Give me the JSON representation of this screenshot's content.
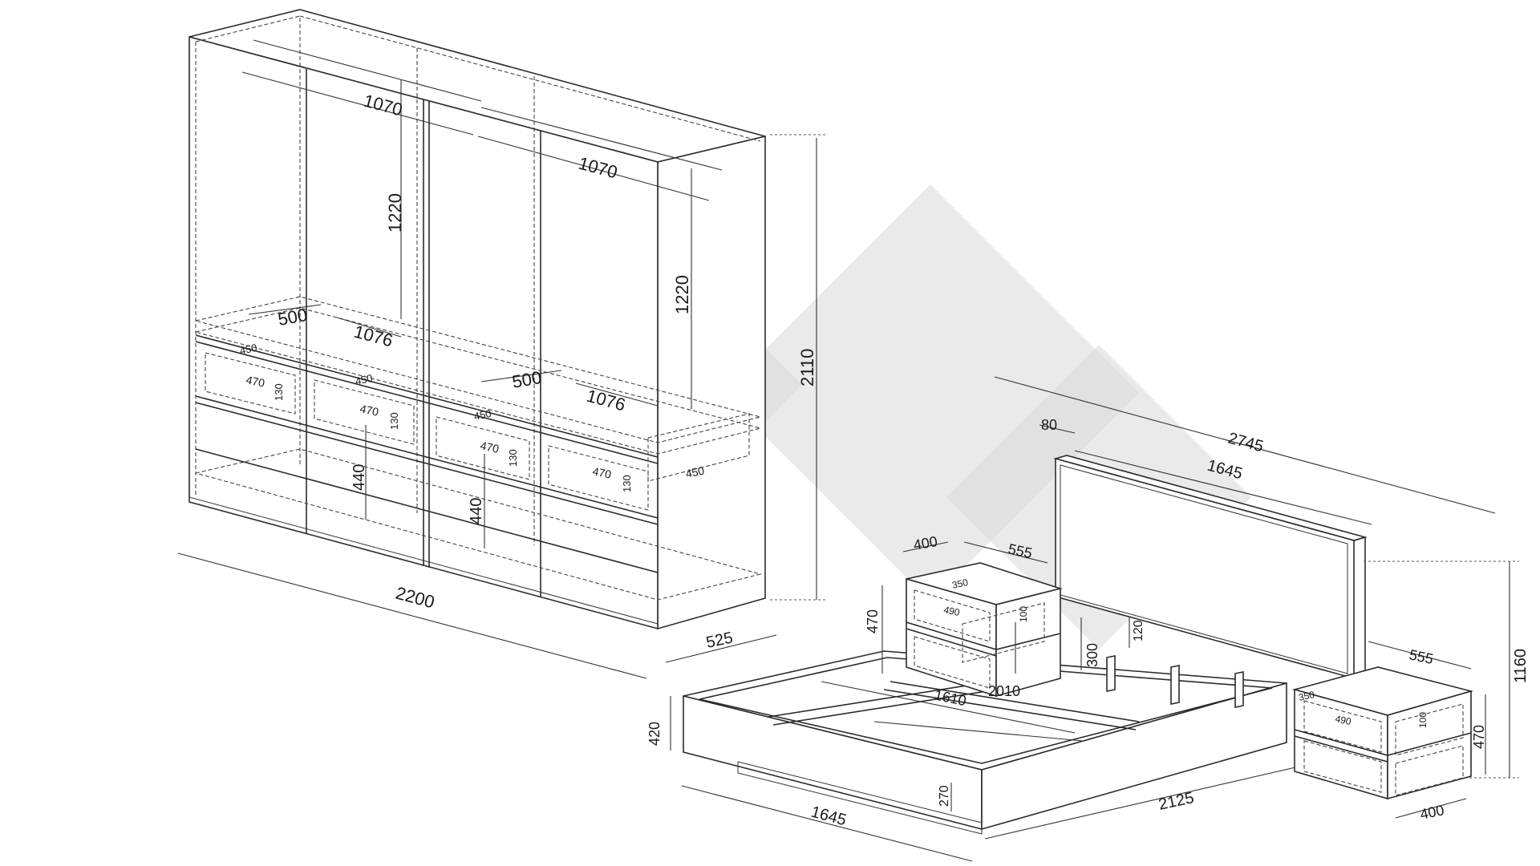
{
  "wardrobe": {
    "door_width_top_left": "1070",
    "door_width_top_right": "1070",
    "hanging_height_left": "1220",
    "hanging_height_right": "1220",
    "shelf_width_left": "500",
    "shelf_length_left": "1076",
    "shelf_width_right": "500",
    "shelf_length_right": "1076",
    "lower_height_left": "440",
    "lower_height_right": "440",
    "total_height": "2110",
    "total_width": "2200",
    "depth": "525",
    "drawers": [
      {
        "depth": "450",
        "width": "470",
        "height": "130"
      },
      {
        "depth": "450",
        "width": "470",
        "height": "130"
      },
      {
        "depth": "450",
        "width": "470",
        "height": "130"
      },
      {
        "depth": "450",
        "width": "470",
        "height": "130"
      }
    ]
  },
  "bed": {
    "total_length": "2745",
    "headboard_thickness": "80",
    "headboard_width": "1645",
    "headboard_height": "1160",
    "mattress_length": "2010",
    "mattress_width": "1610",
    "frame_height": "420",
    "inner_depth": "300",
    "slat_height": "120",
    "base_height": "270",
    "frame_width": "1645",
    "frame_length": "2125"
  },
  "nightstand_left": {
    "width": "400",
    "depth": "555",
    "height": "470",
    "drawer_depth": "350",
    "drawer_width": "490",
    "drawer_height": "100"
  },
  "nightstand_right": {
    "width": "400",
    "depth": "555",
    "height": "470",
    "drawer_depth": "350",
    "drawer_width": "490",
    "drawer_height": "100"
  }
}
